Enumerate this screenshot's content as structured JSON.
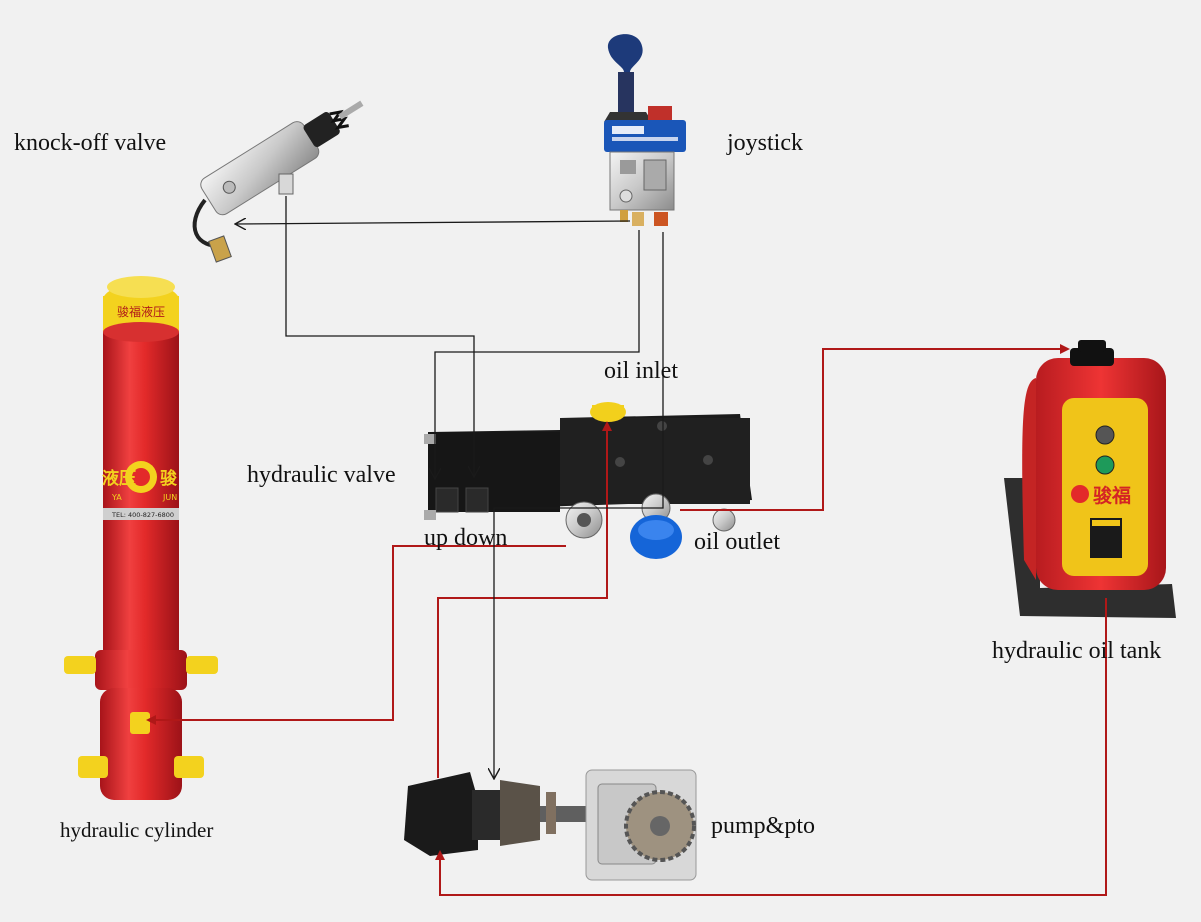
{
  "labels": {
    "knockoff_valve": "knock-off valve",
    "joystick": "joystick",
    "oil_inlet": "oil inlet",
    "hydraulic_valve": "hydraulic valve",
    "up_down": "up  down",
    "oil_outlet": "oil outlet",
    "hydraulic_oil_tank": "hydraulic oil tank",
    "hydraulic_cylinder": "hydraulic cylinder",
    "pump_pto": "pump&pto"
  },
  "cylinder_print": {
    "left_char": "液压",
    "right_char": "骏",
    "top_band": "骏福液压",
    "ya": "YA",
    "jun": "JUN",
    "tel": "TEL: 400-827-6800"
  },
  "tank_print": {
    "brand": "骏福"
  },
  "colors": {
    "background": "#f1f1f1",
    "oil_line": "#b01818",
    "air_line": "#1a1a1a",
    "cylinder_red": "#e32a2a",
    "cylinder_yellow": "#f3d21e",
    "tank_red": "#e32a2a",
    "tank_yellow": "#f0c419",
    "valve_black": "#1b1b1b"
  }
}
